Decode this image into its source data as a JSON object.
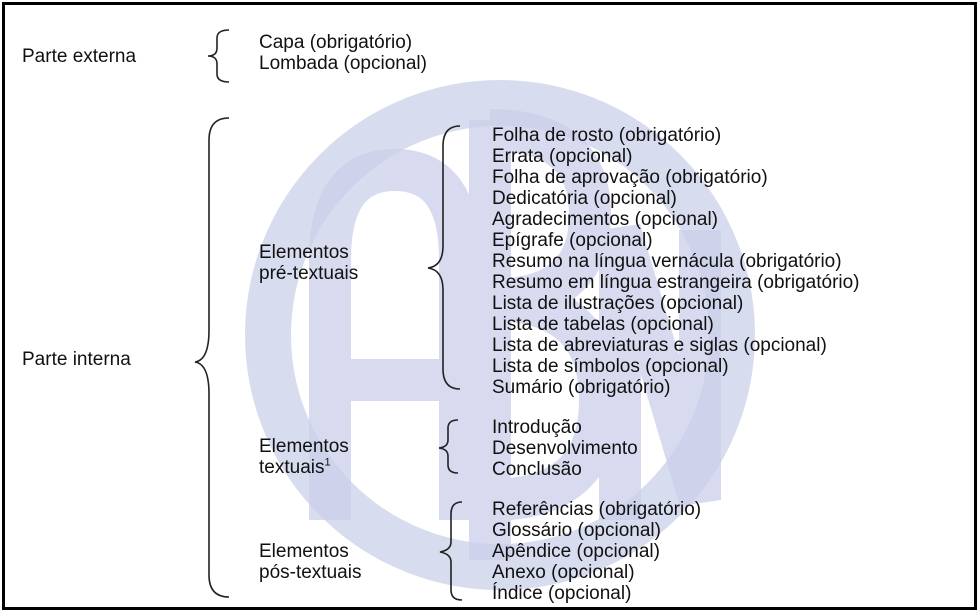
{
  "watermark": {
    "text": "ABNT",
    "color": "#c9cde6"
  },
  "parte_externa": {
    "label": "Parte externa",
    "items": [
      "Capa (obrigatório)",
      "Lombada (opcional)"
    ]
  },
  "parte_interna": {
    "label": "Parte interna",
    "pre_textuais": {
      "label_line1": "Elementos",
      "label_line2": "pré-textuais",
      "items": [
        "Folha de rosto (obrigatório)",
        "Errata (opcional)",
        "Folha de aprovação (obrigatório)",
        "Dedicatória (opcional)",
        "Agradecimentos (opcional)",
        "Epígrafe (opcional)",
        "Resumo na língua vernácula (obrigatório)",
        "Resumo em língua estrangeira (obrigatório)",
        "Lista de ilustrações (opcional)",
        "Lista de tabelas (opcional)",
        "Lista de abreviaturas e siglas (opcional)",
        "Lista de símbolos (opcional)",
        "Sumário (obrigatório)"
      ]
    },
    "textuais": {
      "label_line1": "Elementos",
      "label_line2": "textuais",
      "footnote_mark": "1",
      "items": [
        "Introdução",
        "Desenvolvimento",
        "Conclusão"
      ]
    },
    "pos_textuais": {
      "label_line1": "Elementos",
      "label_line2": "pós-textuais",
      "items": [
        "Referências (obrigatório)",
        "Glossário (opcional)",
        "Apêndice (opcional)",
        "Anexo (opcional)",
        "Índice (opcional)"
      ]
    }
  }
}
